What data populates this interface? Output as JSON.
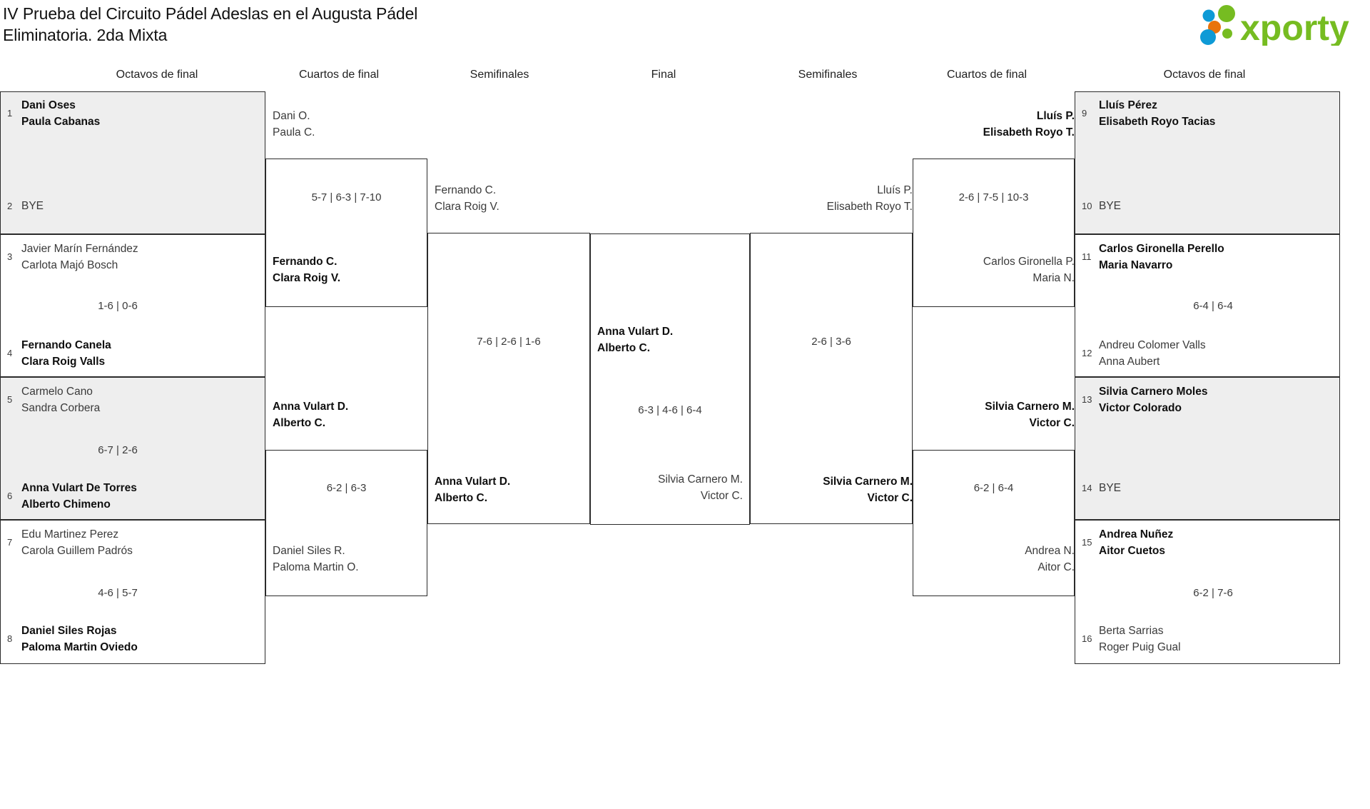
{
  "header": {
    "title": "IV Prueba del Circuito Pádel Adeslas en el Augusta Pádel\nEliminatoria. 2da Mixta",
    "logo_text": "xporty",
    "logo_colors": {
      "green": "#76bc21",
      "blue": "#0e9ad6",
      "orange": "#e8730c"
    }
  },
  "round_labels": {
    "left_r16": "Octavos de final",
    "left_qf": "Cuartos de final",
    "left_sf": "Semifinales",
    "final": "Final",
    "right_sf": "Semifinales",
    "right_qf": "Cuartos de final",
    "right_r16": "Octavos de final"
  },
  "left": {
    "r16": [
      {
        "seed": "1",
        "names": "Dani Oses\nPaula Cabanas",
        "state": "win"
      },
      {
        "seed": "2",
        "names": "BYE",
        "state": "bye"
      },
      {
        "seed": "3",
        "names": "Javier Marín Fernández\nCarlota Majó Bosch",
        "state": "lose"
      },
      {
        "seed": "4",
        "names": "Fernando Canela\nClara Roig Valls",
        "state": "win"
      },
      {
        "seed": "5",
        "names": "Carmelo Cano\nSandra Corbera",
        "state": "lose"
      },
      {
        "seed": "6",
        "names": "Anna Vulart De Torres\nAlberto Chimeno",
        "state": "win"
      },
      {
        "seed": "7",
        "names": "Edu Martinez Perez\nCarola Guillem Padrós",
        "state": "lose"
      },
      {
        "seed": "8",
        "names": "Daniel Siles Rojas\nPaloma Martin Oviedo",
        "state": "win"
      }
    ],
    "r16_scores": [
      "",
      "1-6 | 0-6",
      "6-7 | 2-6",
      "4-6 | 5-7"
    ],
    "qf": [
      {
        "names": "Dani O.\nPaula C.",
        "state": "lose"
      },
      {
        "names": "Fernando C.\nClara Roig V.",
        "state": "win"
      },
      {
        "names": "Anna Vulart D.\nAlberto C.",
        "state": "win"
      },
      {
        "names": "Daniel Siles R.\nPaloma Martin O.",
        "state": "lose"
      }
    ],
    "qf_scores": [
      "5-7 | 6-3 | 7-10",
      "6-2 | 6-3"
    ],
    "sf": [
      {
        "names": "Fernando C.\nClara Roig V.",
        "state": "lose"
      },
      {
        "names": "Anna Vulart D.\nAlberto C.",
        "state": "win"
      }
    ],
    "sf_scores": [
      "7-6 | 2-6 | 1-6"
    ]
  },
  "final": {
    "left_team": {
      "names": "Anna Vulart D.\nAlberto C.",
      "state": "win"
    },
    "right_team": {
      "names": "Silvia Carnero M.\nVictor C.",
      "state": "lose"
    },
    "score": "6-3 | 4-6 | 6-4"
  },
  "right": {
    "r16": [
      {
        "seed": "9",
        "names": "Lluís Pérez\nElisabeth Royo Tacias",
        "state": "win"
      },
      {
        "seed": "10",
        "names": "BYE",
        "state": "bye"
      },
      {
        "seed": "11",
        "names": "Carlos Gironella Perello\nMaria Navarro",
        "state": "win"
      },
      {
        "seed": "12",
        "names": "Andreu Colomer Valls\nAnna Aubert",
        "state": "lose"
      },
      {
        "seed": "13",
        "names": "Silvia Carnero Moles\nVictor Colorado",
        "state": "win"
      },
      {
        "seed": "14",
        "names": "BYE",
        "state": "bye"
      },
      {
        "seed": "15",
        "names": "Andrea Nuñez\nAitor Cuetos",
        "state": "win"
      },
      {
        "seed": "16",
        "names": "Berta Sarrias\nRoger Puig Gual",
        "state": "lose"
      }
    ],
    "r16_scores": [
      "",
      "6-4 | 6-4",
      "",
      "6-2 | 7-6"
    ],
    "qf": [
      {
        "names": "Lluís P.\nElisabeth Royo T.",
        "state": "win"
      },
      {
        "names": "Carlos Gironella P.\nMaria N.",
        "state": "lose"
      },
      {
        "names": "Silvia Carnero M.\nVictor C.",
        "state": "win"
      },
      {
        "names": "Andrea N.\nAitor C.",
        "state": "lose"
      }
    ],
    "qf_scores": [
      "2-6 | 7-5 | 10-3",
      "6-2 | 6-4"
    ],
    "sf": [
      {
        "names": "Lluís P.\nElisabeth Royo T.",
        "state": "lose"
      },
      {
        "names": "Silvia Carnero M.\nVictor C.",
        "state": "win"
      }
    ],
    "sf_scores": [
      "2-6 | 3-6"
    ]
  }
}
